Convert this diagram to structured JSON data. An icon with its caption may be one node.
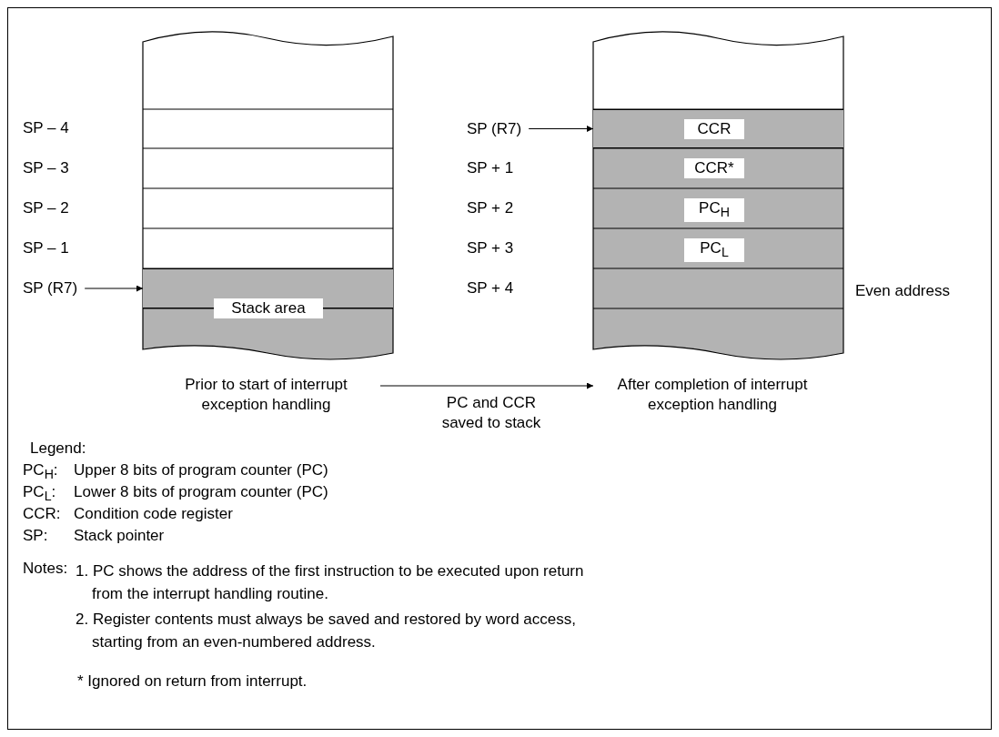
{
  "diagram": {
    "nodes": [
      {
        "text": [],
        "shape": "box"
      },
      {
        "text": [],
        "shape": "box",
        "in": 0
      },
      {
        "text": [
          "Stack area"
        ],
        "in": 0
      },
      {
        "text": [],
        "shape": "box"
      },
      {
        "text": [],
        "shape": "box",
        "in": 3
      },
      {
        "text": [
          "CCR"
        ],
        "in": 4
      },
      {
        "text": [
          "CCR*"
        ],
        "in": 3
      },
      {
        "text": [
          "PC$_{H}$"
        ],
        "in": 3
      },
      {
        "text": [
          "PC$_{L}$"
        ],
        "in": 3
      },
      {
        "text": [
          "SP (R7)"
        ]
      },
      {
        "text": [
          "SP (R7)"
        ]
      },
      {
        "text": [
          "Prior to start of interrupt exception handling"
        ]
      },
      {
        "text": [
          "After completion of interrupt exception handling"
        ]
      }
    ],
    "edges": [
      {
        "from": 9,
        "to": 1,
        "arrow": "to"
      },
      {
        "from": 10,
        "to": 4,
        "arrow": "to"
      },
      {
        "from": 11,
        "to": 12,
        "arrow": "to",
        "label": "PC and CCR saved to stack"
      }
    ],
    "labels": [
      "SP – 4",
      "SP – 3",
      "SP + 1",
      "SP – 2",
      "SP + 2",
      "SP – 1",
      "SP + 3",
      "SP + 4",
      "Even address",
      "Legend:",
      "PC$_{H}$:",
      "Upper 8 bits of program counter (PC)",
      "PC$_{L}$:",
      "Lower 8 bits of program counter (PC)",
      "CCR:",
      "Condition code register",
      "SP:",
      "Stack pointer",
      "Notes:",
      "1. PC shows the address of the first instruction to be executed upon return from the interrupt handling routine.",
      "2. Register contents must always be saved and restored by word access, starting from an even-numbered address.",
      "* Ignored on return from interrupt."
    ]
  }
}
